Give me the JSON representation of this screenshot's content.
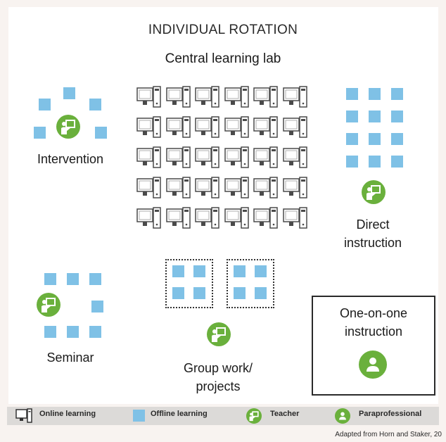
{
  "title": "INDIVIDUAL ROTATION",
  "subtitle": "Central learning lab",
  "stations": {
    "intervention": "Intervention",
    "direct": [
      "Direct",
      "instruction"
    ],
    "seminar": "Seminar",
    "group": [
      "Group work/",
      "projects"
    ],
    "oneonone": [
      "One-on-one",
      "instruction"
    ]
  },
  "legend": {
    "online": "Online learning",
    "offline": "Offline learning",
    "teacher": "Teacher",
    "para": "Paraprofessional"
  },
  "credit": "Adapted from Horn and Staker, 20",
  "colors": {
    "square": "#7fc1e6",
    "green": "#6ab03c",
    "legend_bg": "#dcdad8"
  },
  "lab": {
    "rows": 5,
    "cols": 6
  }
}
